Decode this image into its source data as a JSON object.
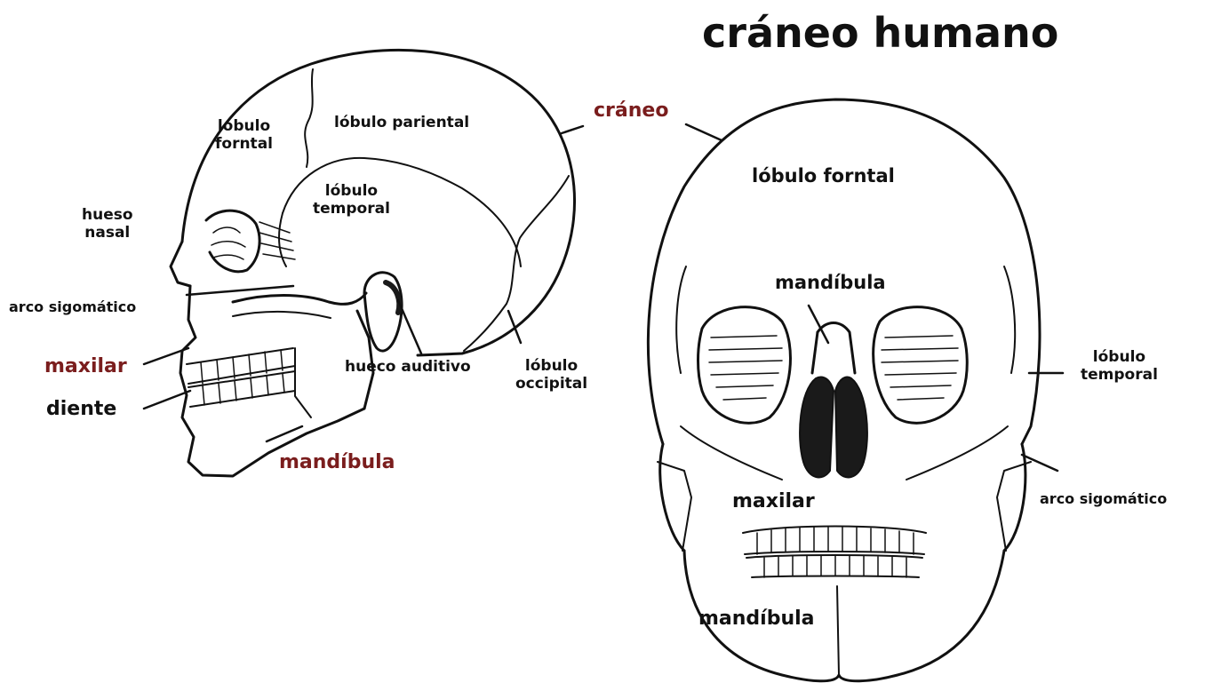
{
  "title": "cráneo humano",
  "colors": {
    "ink": "#111111",
    "highlight": "#7a1d1d",
    "dark_fill": "#1a1a1a"
  },
  "lateral_view": {
    "frontal_lobe": "lóbulo\nforntal",
    "parietal_lobe": "lóbulo pariental",
    "temporal_lobe": "lóbulo\ntemporal",
    "nasal_bone": "hueso\nnasal",
    "zygomatic_arch": "arco sigomático",
    "maxilla": "maxilar",
    "tooth": "diente",
    "ear_hole": "hueco auditivo",
    "occipital_lobe": "lóbulo\noccipital",
    "mandible": "mandíbula"
  },
  "skull_label": "cráneo",
  "front_view": {
    "frontal_lobe": "lóbulo forntal",
    "mandible_top": "mandíbula",
    "temporal_lobe": "lóbulo\ntemporal",
    "zygomatic_arch": "arco sigomático",
    "maxilla": "maxilar",
    "mandible_bottom": "mandíbula"
  }
}
